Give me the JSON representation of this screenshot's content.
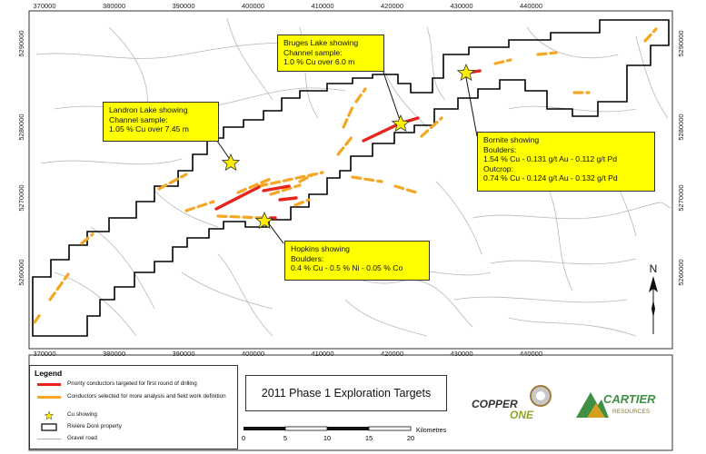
{
  "map": {
    "x_ticks": [
      "370000",
      "380000",
      "390000",
      "400000",
      "410000",
      "420000",
      "430000",
      "440000"
    ],
    "y_ticks": [
      "5290000",
      "5280000",
      "5270000",
      "5260000"
    ]
  },
  "callouts": {
    "bruges": {
      "title": "Bruges Lake showing",
      "l1": "Channel sample:",
      "l2": "1.0 % Cu over 6.0 m"
    },
    "landron": {
      "title": "Landron Lake showing",
      "l1": "Channel sample:",
      "l2": "1.05 % Cu over 7.45 m"
    },
    "bornite": {
      "title": "Bornite showing",
      "l1": "Boulders:",
      "l2": "1.54 % Cu - 0.131 g/t Au - 0.112 g/t Pd",
      "l3": "Outcrop:",
      "l4": "0.74 % Cu - 0.124 g/t Au - 0.132 g/t Pd"
    },
    "hopkins": {
      "title": "Hopkins showing",
      "l1": "Boulders:",
      "l2": "0.4 % Cu - 0.5 % Ni - 0.05 % Co"
    }
  },
  "legend": {
    "title": "Legend",
    "items": [
      {
        "label": "Priority conductors targeted for first round of drilling",
        "color": "#e8231c"
      },
      {
        "label": "Conductors selected for more analysis and field work definition",
        "color": "#f5a623"
      },
      {
        "label": "Cu showing",
        "color": "#ffee00"
      },
      {
        "label": "Rivière Doré property",
        "color": "#000000"
      },
      {
        "label": "Gravel road",
        "color": "#b0b0b0"
      }
    ]
  },
  "title_box": {
    "text": "2011 Phase 1 Exploration Targets"
  },
  "scale_bar": {
    "ticks": [
      "0",
      "5",
      "10",
      "15",
      "20"
    ],
    "unit": "Kilometres"
  },
  "north": {
    "label": "N"
  },
  "logos": {
    "copperone": {
      "part1": "COPPER",
      "part2": "ONE"
    },
    "cartier": {
      "name": "CARTIER",
      "sub": "RESOURCES"
    }
  },
  "colors": {
    "priority": "#e8231c",
    "secondary": "#f5a623",
    "callout_bg": "#ffff00",
    "road": "#b0b0b0"
  }
}
